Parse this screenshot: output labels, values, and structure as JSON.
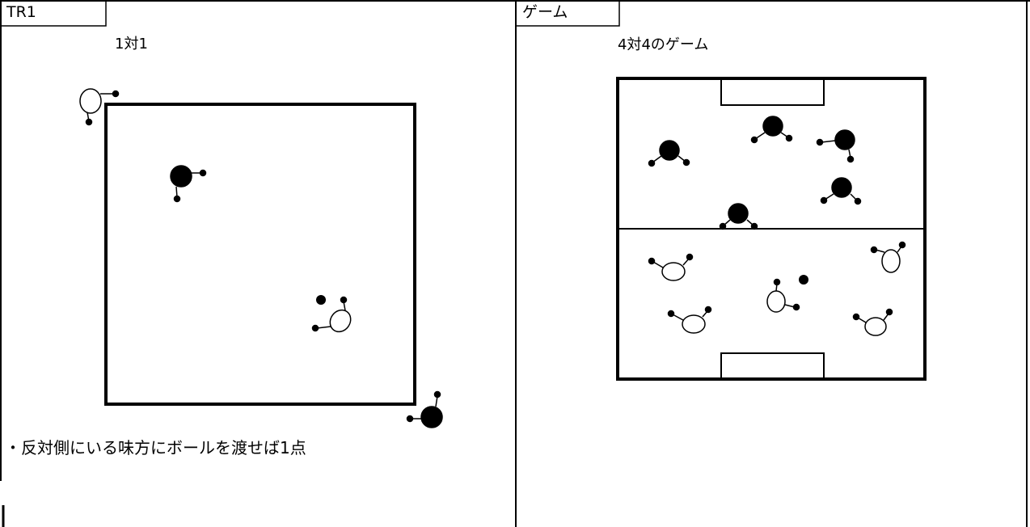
{
  "left_panel": {
    "tab_label": "TR1",
    "subtitle": "1対1",
    "note": "・反対側にいる味方にボールを渡せば1点"
  },
  "right_panel": {
    "tab_label": "ゲーム",
    "subtitle": "4対4のゲーム"
  },
  "colors": {
    "line": "#000000",
    "background": "#ffffff"
  }
}
